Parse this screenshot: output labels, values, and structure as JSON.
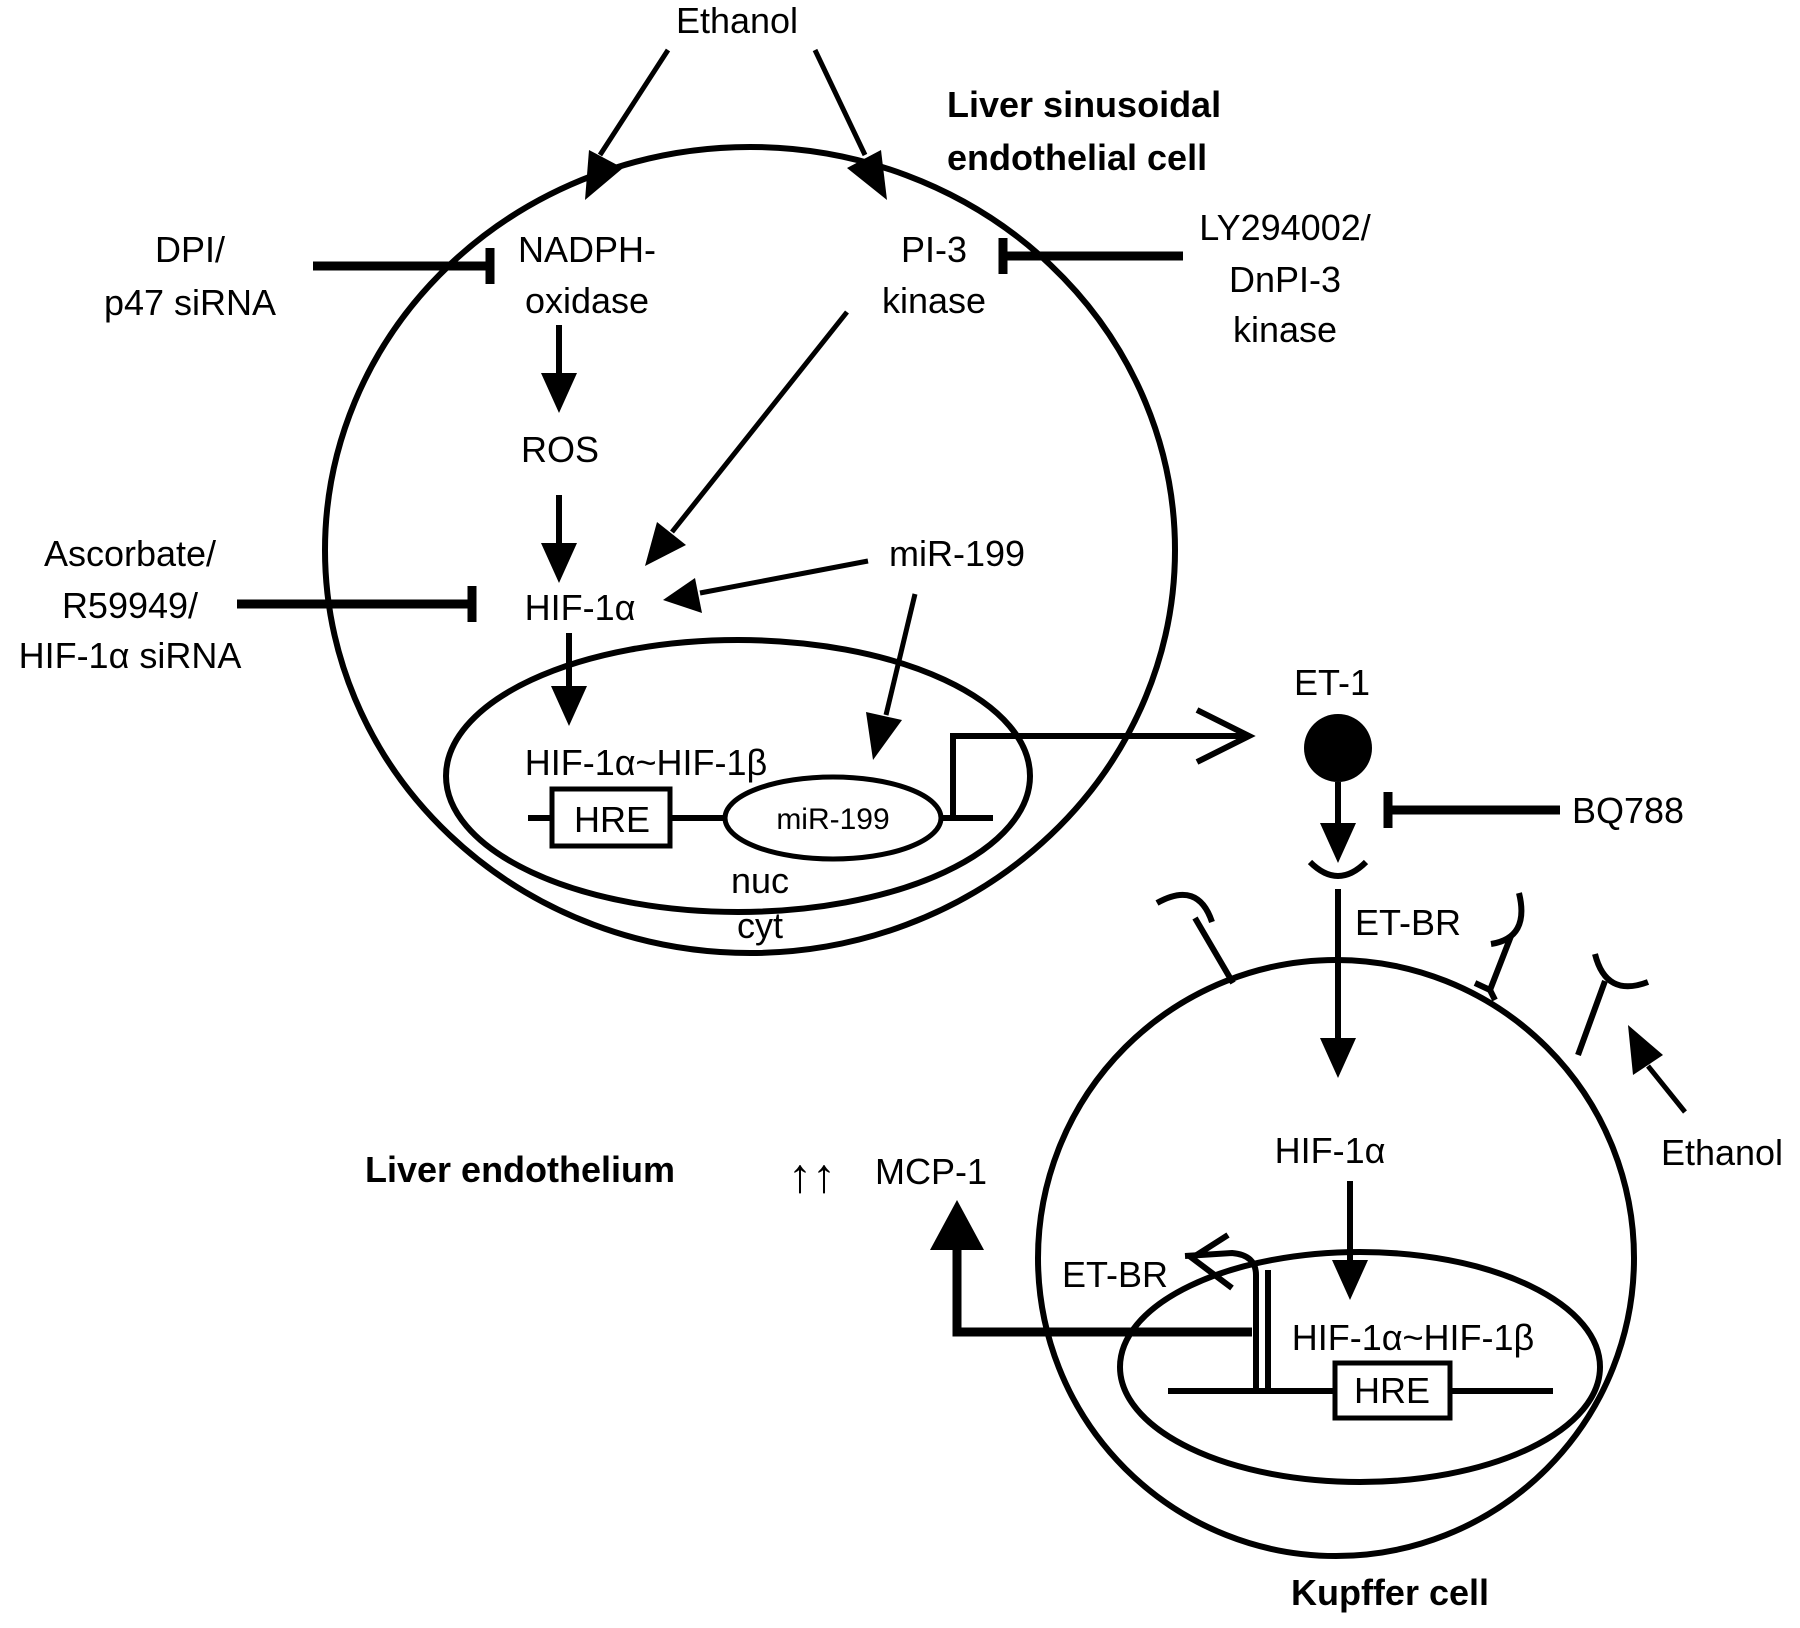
{
  "labels": {
    "ethanol_top": "Ethanol",
    "lsec_title_1": "Liver sinusoidal",
    "lsec_title_2": "endothelial cell",
    "dpi_1": "DPI/",
    "dpi_2": "p47 siRNA",
    "nadph_1": "NADPH-",
    "nadph_2": "oxidase",
    "pi3k_1": "PI-3",
    "pi3k_2": "kinase",
    "ly_1": "LY294002/",
    "ly_2": "DnPI-3",
    "ly_3": "kinase",
    "ros": "ROS",
    "asc_1": "Ascorbate/",
    "asc_2": "R59949/",
    "asc_3": "HIF-1α siRNA",
    "hif_lsec": "HIF-1α",
    "mir_cyt": "miR-199",
    "hif_complex_lsec": "HIF-1α~HIF-1β",
    "hre_lsec": "HRE",
    "mir_gene": "miR-199",
    "nuc": "nuc",
    "cyt": "cyt",
    "et1": "ET-1",
    "bq788": "BQ788",
    "etbr_receptor": "ET-BR",
    "hif_kupffer": "HIF-1α",
    "ethanol_right": "Ethanol",
    "liver_endothelium": "Liver endothelium",
    "up_arrows": "↑↑",
    "mcp1": "MCP-1",
    "etbr_gene": "ET-BR",
    "hif_complex_kupffer": "HIF-1α~HIF-1β",
    "hre_kupffer": "HRE",
    "kupffer_title": "Kupffer cell"
  }
}
